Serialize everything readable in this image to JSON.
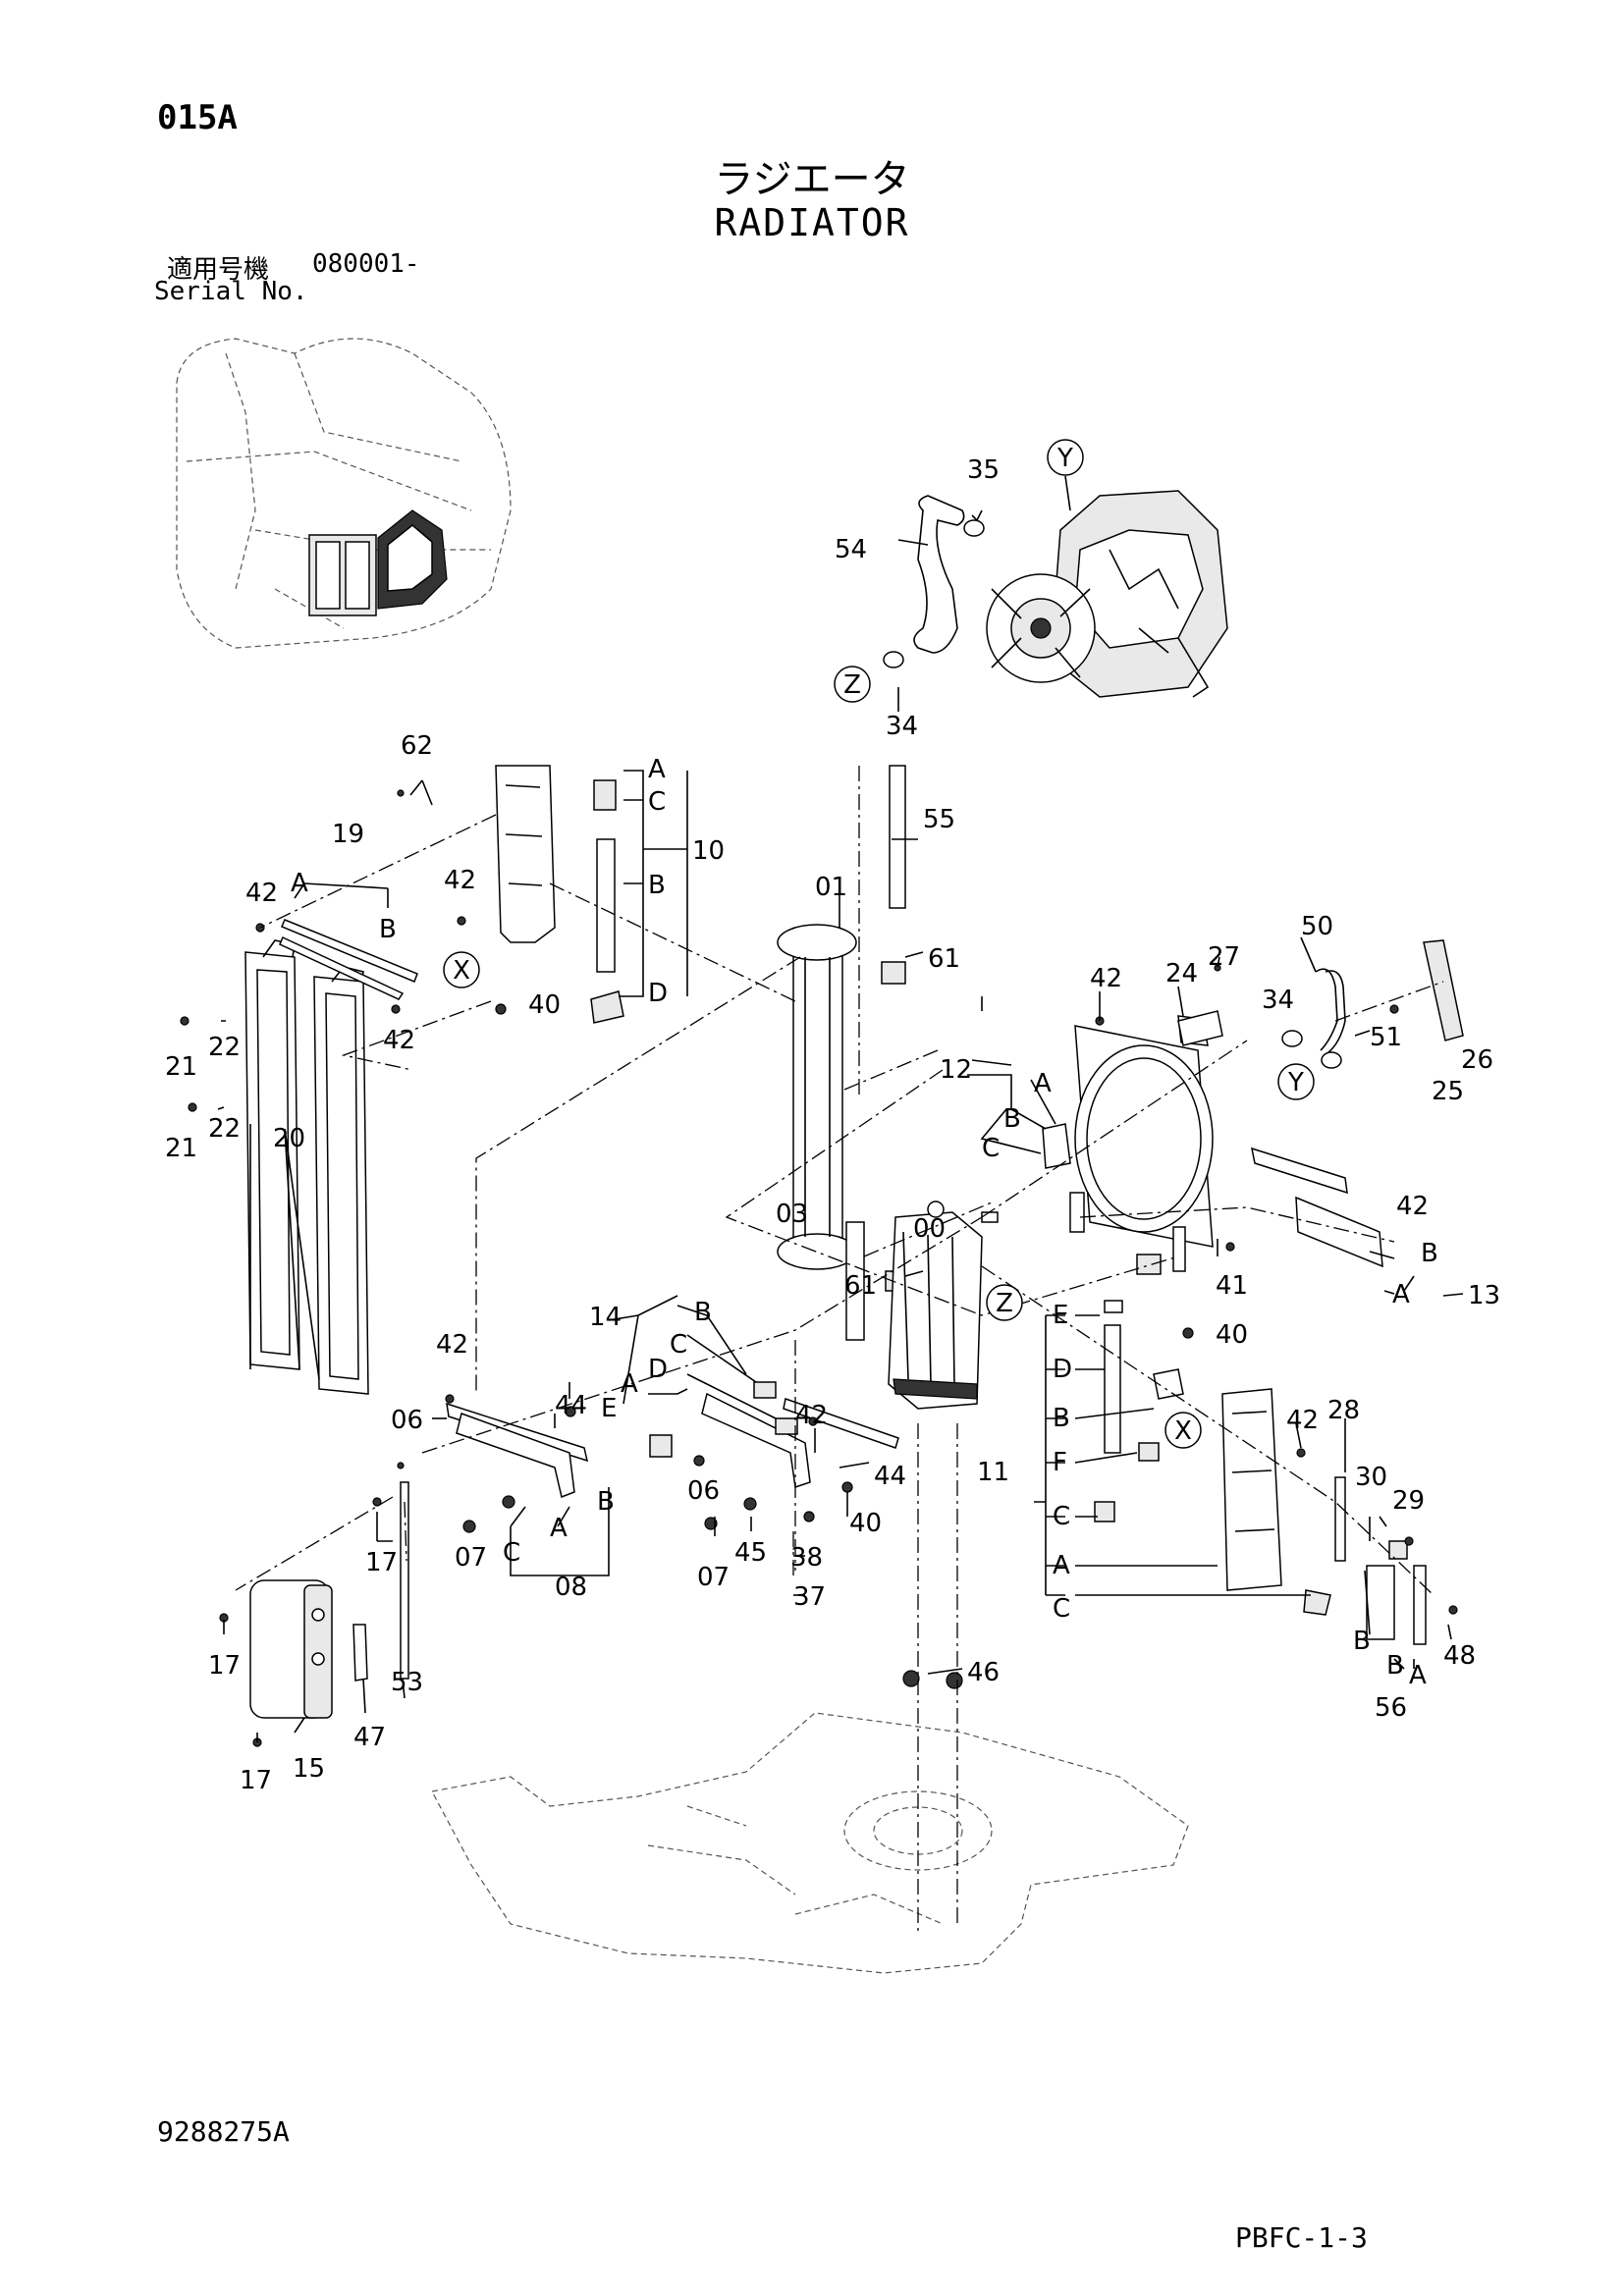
{
  "header": {
    "page_code": "015A",
    "title_jp": "ラジエータ",
    "title_en": "RADIATOR",
    "serial_label_jp": "適用号機",
    "serial_value": "080001-",
    "serial_label_en": "Serial No."
  },
  "footer": {
    "drawing_no": "9288275A",
    "page_ref": "PBFC-1-3"
  },
  "callouts": [
    {
      "id": "c62",
      "text": "62"
    },
    {
      "id": "c19",
      "text": "19"
    },
    {
      "id": "c42a",
      "text": "42"
    },
    {
      "id": "cA_19",
      "text": "A"
    },
    {
      "id": "cB_19",
      "text": "B"
    },
    {
      "id": "c42b",
      "text": "42"
    },
    {
      "id": "c42c",
      "text": "42"
    },
    {
      "id": "c21a",
      "text": "21"
    },
    {
      "id": "c22a",
      "text": "22"
    },
    {
      "id": "c21b",
      "text": "21"
    },
    {
      "id": "c22b",
      "text": "22"
    },
    {
      "id": "c20",
      "text": "20"
    },
    {
      "id": "c42d",
      "text": "42"
    },
    {
      "id": "c40a",
      "text": "40"
    },
    {
      "id": "cA_10",
      "text": "A"
    },
    {
      "id": "cC_10",
      "text": "C"
    },
    {
      "id": "c10",
      "text": "10"
    },
    {
      "id": "cB_10",
      "text": "B"
    },
    {
      "id": "cD_10",
      "text": "D"
    },
    {
      "id": "c55",
      "text": "55"
    },
    {
      "id": "c01",
      "text": "01"
    },
    {
      "id": "c61a",
      "text": "61"
    },
    {
      "id": "c61b",
      "text": "61"
    },
    {
      "id": "c35",
      "text": "35"
    },
    {
      "id": "c54",
      "text": "54"
    },
    {
      "id": "c34a",
      "text": "34"
    },
    {
      "id": "c42e",
      "text": "42"
    },
    {
      "id": "c24",
      "text": "24"
    },
    {
      "id": "c27",
      "text": "27"
    },
    {
      "id": "c50",
      "text": "50"
    },
    {
      "id": "c34b",
      "text": "34"
    },
    {
      "id": "c51",
      "text": "51"
    },
    {
      "id": "c26",
      "text": "26"
    },
    {
      "id": "c25",
      "text": "25"
    },
    {
      "id": "c12",
      "text": "12"
    },
    {
      "id": "cA_12",
      "text": "A"
    },
    {
      "id": "cB_12",
      "text": "B"
    },
    {
      "id": "cC_12",
      "text": "C"
    },
    {
      "id": "c00",
      "text": "00"
    },
    {
      "id": "c03",
      "text": "03"
    },
    {
      "id": "c42f",
      "text": "42"
    },
    {
      "id": "cB_13",
      "text": "B"
    },
    {
      "id": "cA_13",
      "text": "A"
    },
    {
      "id": "c13",
      "text": "13"
    },
    {
      "id": "c41",
      "text": "41"
    },
    {
      "id": "c40b",
      "text": "40"
    },
    {
      "id": "cE_11",
      "text": "E"
    },
    {
      "id": "cD_11",
      "text": "D"
    },
    {
      "id": "cB_11",
      "text": "B"
    },
    {
      "id": "c11",
      "text": "11"
    },
    {
      "id": "cF_11",
      "text": "F"
    },
    {
      "id": "cC_11a",
      "text": "C"
    },
    {
      "id": "cA_11",
      "text": "A"
    },
    {
      "id": "cC_11b",
      "text": "C"
    },
    {
      "id": "c42g",
      "text": "42"
    },
    {
      "id": "c28",
      "text": "28"
    },
    {
      "id": "c30",
      "text": "30"
    },
    {
      "id": "c29",
      "text": "29"
    },
    {
      "id": "cB_56a",
      "text": "B"
    },
    {
      "id": "cB_56b",
      "text": "B"
    },
    {
      "id": "cA_56",
      "text": "A"
    },
    {
      "id": "c48",
      "text": "48"
    },
    {
      "id": "c56",
      "text": "56"
    },
    {
      "id": "c14",
      "text": "14"
    },
    {
      "id": "cB_14",
      "text": "B"
    },
    {
      "id": "cC_14",
      "text": "C"
    },
    {
      "id": "cA_14",
      "text": "A"
    },
    {
      "id": "cD_14",
      "text": "D"
    },
    {
      "id": "cE_14",
      "text": "E"
    },
    {
      "id": "c42h",
      "text": "42"
    },
    {
      "id": "c06a",
      "text": "06"
    },
    {
      "id": "c44a",
      "text": "44"
    },
    {
      "id": "c42i",
      "text": "42"
    },
    {
      "id": "c06b",
      "text": "06"
    },
    {
      "id": "c44b",
      "text": "44"
    },
    {
      "id": "c40c",
      "text": "40"
    },
    {
      "id": "c07a",
      "text": "07"
    },
    {
      "id": "cC_08",
      "text": "C"
    },
    {
      "id": "cA_08",
      "text": "A"
    },
    {
      "id": "cB_08",
      "text": "B"
    },
    {
      "id": "c08",
      "text": "08"
    },
    {
      "id": "c07b",
      "text": "07"
    },
    {
      "id": "c45",
      "text": "45"
    },
    {
      "id": "c38",
      "text": "38"
    },
    {
      "id": "c37",
      "text": "37"
    },
    {
      "id": "c17a",
      "text": "17"
    },
    {
      "id": "c17b",
      "text": "17"
    },
    {
      "id": "c53",
      "text": "53"
    },
    {
      "id": "c47",
      "text": "47"
    },
    {
      "id": "c17c",
      "text": "17"
    },
    {
      "id": "c15",
      "text": "15"
    },
    {
      "id": "c46",
      "text": "46"
    },
    {
      "id": "c34c",
      "text": "34"
    }
  ],
  "reference_marks": [
    {
      "id": "mX1",
      "text": "X"
    },
    {
      "id": "mX2",
      "text": "X"
    },
    {
      "id": "mY1",
      "text": "Y"
    },
    {
      "id": "mY2",
      "text": "Y"
    },
    {
      "id": "mZ1",
      "text": "Z"
    },
    {
      "id": "mZ2",
      "text": "Z"
    }
  ]
}
